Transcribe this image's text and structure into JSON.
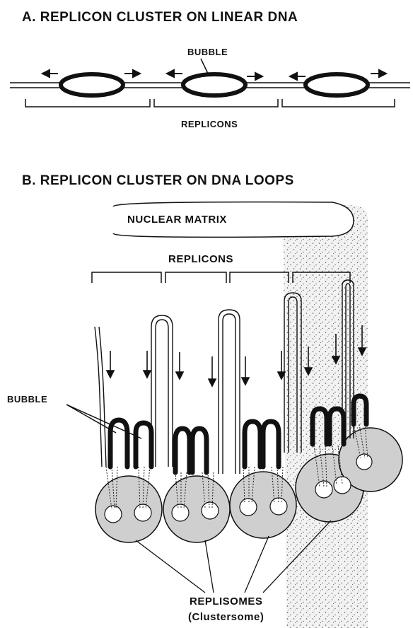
{
  "panel_a": {
    "title": "A. REPLICON CLUSTER ON LINEAR DNA",
    "bubble_label": "BUBBLE",
    "replicons_label": "REPLICONS"
  },
  "panel_b": {
    "title": "B. REPLICON CLUSTER ON DNA LOOPS",
    "matrix_label": "NUCLEAR MATRIX",
    "replicons_label": "REPLICONS",
    "bubble_label": "BUBBLE",
    "replisomes_label": "REPLISOMES",
    "clustersome_label": "(Clustersome)"
  }
}
